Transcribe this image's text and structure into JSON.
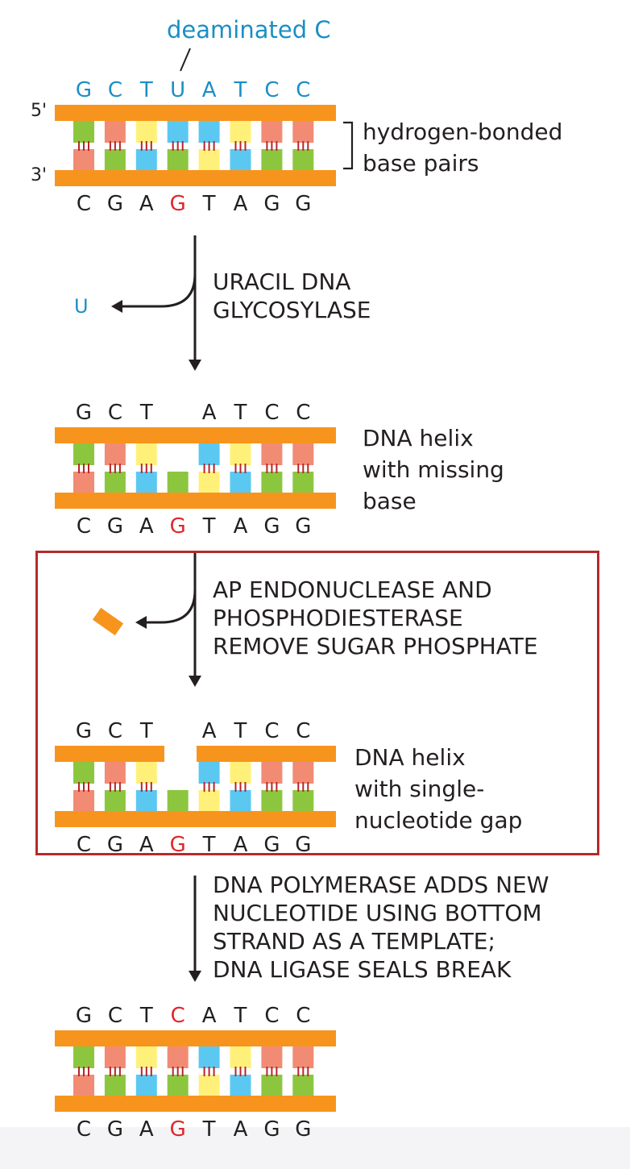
{
  "annotation": {
    "label": "deaminated C"
  },
  "strand_ends": {
    "five_prime": "5'",
    "three_prime": "3'"
  },
  "labels": {
    "hydrogen_bonded": "hydrogen-bonded\nbase pairs",
    "missing_base": "DNA helix\nwith missing\nbase",
    "single_gap": "DNA helix\nwith single-\nnucleotide gap"
  },
  "steps": {
    "glycosylase": "URACIL DNA\nGLYCOSYLASE",
    "ap_endonuclease": "AP ENDONUCLEASE AND\nPHOSPHODIESTERASE\nREMOVE SUGAR PHOSPHATE",
    "polymerase": "DNA POLYMERASE ADDS NEW\nNUCLEOTIDE USING BOTTOM\nSTRAND AS A TEMPLATE;\nDNA LIGASE SEALS BREAK"
  },
  "released": {
    "uracil": "U"
  },
  "helices": [
    {
      "top_strand": [
        "G",
        "C",
        "T",
        "U",
        "A",
        "T",
        "C",
        "C"
      ],
      "bottom_strand": [
        "C",
        "G",
        "A",
        "G",
        "T",
        "A",
        "G",
        "G"
      ],
      "top_gap": false,
      "missing_index": -1,
      "highlight_top_index": 3,
      "highlight_bottom_index": 3
    },
    {
      "top_strand": [
        "G",
        "C",
        "T",
        "",
        "A",
        "T",
        "C",
        "C"
      ],
      "bottom_strand": [
        "C",
        "G",
        "A",
        "G",
        "T",
        "A",
        "G",
        "G"
      ],
      "top_gap": false,
      "missing_index": 3,
      "highlight_top_index": -1,
      "highlight_bottom_index": 3
    },
    {
      "top_strand": [
        "G",
        "C",
        "T",
        "",
        "A",
        "T",
        "C",
        "C"
      ],
      "bottom_strand": [
        "C",
        "G",
        "A",
        "G",
        "T",
        "A",
        "G",
        "G"
      ],
      "top_gap": true,
      "missing_index": 3,
      "highlight_top_index": -1,
      "highlight_bottom_index": 3
    },
    {
      "top_strand": [
        "G",
        "C",
        "T",
        "C",
        "A",
        "T",
        "C",
        "C"
      ],
      "bottom_strand": [
        "C",
        "G",
        "A",
        "G",
        "T",
        "A",
        "G",
        "G"
      ],
      "top_gap": false,
      "missing_index": -1,
      "highlight_top_index": 3,
      "highlight_bottom_index": 3
    }
  ],
  "colors": {
    "backbone": "#f7941d",
    "G": "#8cc63f",
    "C": "#f28b74",
    "T": "#fff07a",
    "U": "#5bc8f2",
    "A": "#5bc8f2",
    "hydrogen_bond": "#b4262b",
    "uracil_text": "#1a8fc4",
    "highlight_text": "#e0262b",
    "letters": "#231f20",
    "box_border": "#b52a2a"
  }
}
